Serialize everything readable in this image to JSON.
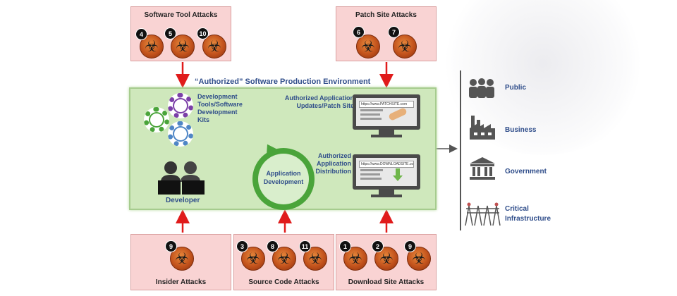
{
  "attacks": {
    "software_tool": {
      "title": "Software Tool Attacks",
      "badges": [
        "4",
        "5",
        "10"
      ]
    },
    "patch_site": {
      "title": "Patch Site Attacks",
      "badges": [
        "6",
        "7"
      ]
    },
    "insider": {
      "title": "Insider Attacks",
      "badges": [
        "9"
      ]
    },
    "source_code": {
      "title": "Source Code Attacks",
      "badges": [
        "3",
        "8",
        "11"
      ]
    },
    "download_site": {
      "title": "Download Site  Attacks",
      "badges": [
        "1",
        "2",
        "9"
      ]
    }
  },
  "environment": {
    "title": "“Authorized” Software Production Environment",
    "dev_tools_label": "Development Tools/Software Development Kits",
    "developer_label": "Developer",
    "app_dev_label": "Application Development",
    "patch_site_label": "Authorized Application Updates/Patch Site",
    "distribution_label": "Authorized Application Distribution",
    "patch_url": "https://www.PATCHSITE.com",
    "download_url": "https://www.DOWNLOADSITE.com"
  },
  "consumers": [
    {
      "label": "Public",
      "icon": "people-icon"
    },
    {
      "label": "Business",
      "icon": "factory-icon"
    },
    {
      "label": "Government",
      "icon": "government-building-icon"
    },
    {
      "label": "Critical Infrastructure",
      "icon": "power-tower-icon"
    }
  ],
  "colors": {
    "attack_fill": "#f9d3d3",
    "env_fill": "#cfe8bc",
    "arrow_red": "#e01b1b",
    "label_blue": "#2f4d8a"
  }
}
